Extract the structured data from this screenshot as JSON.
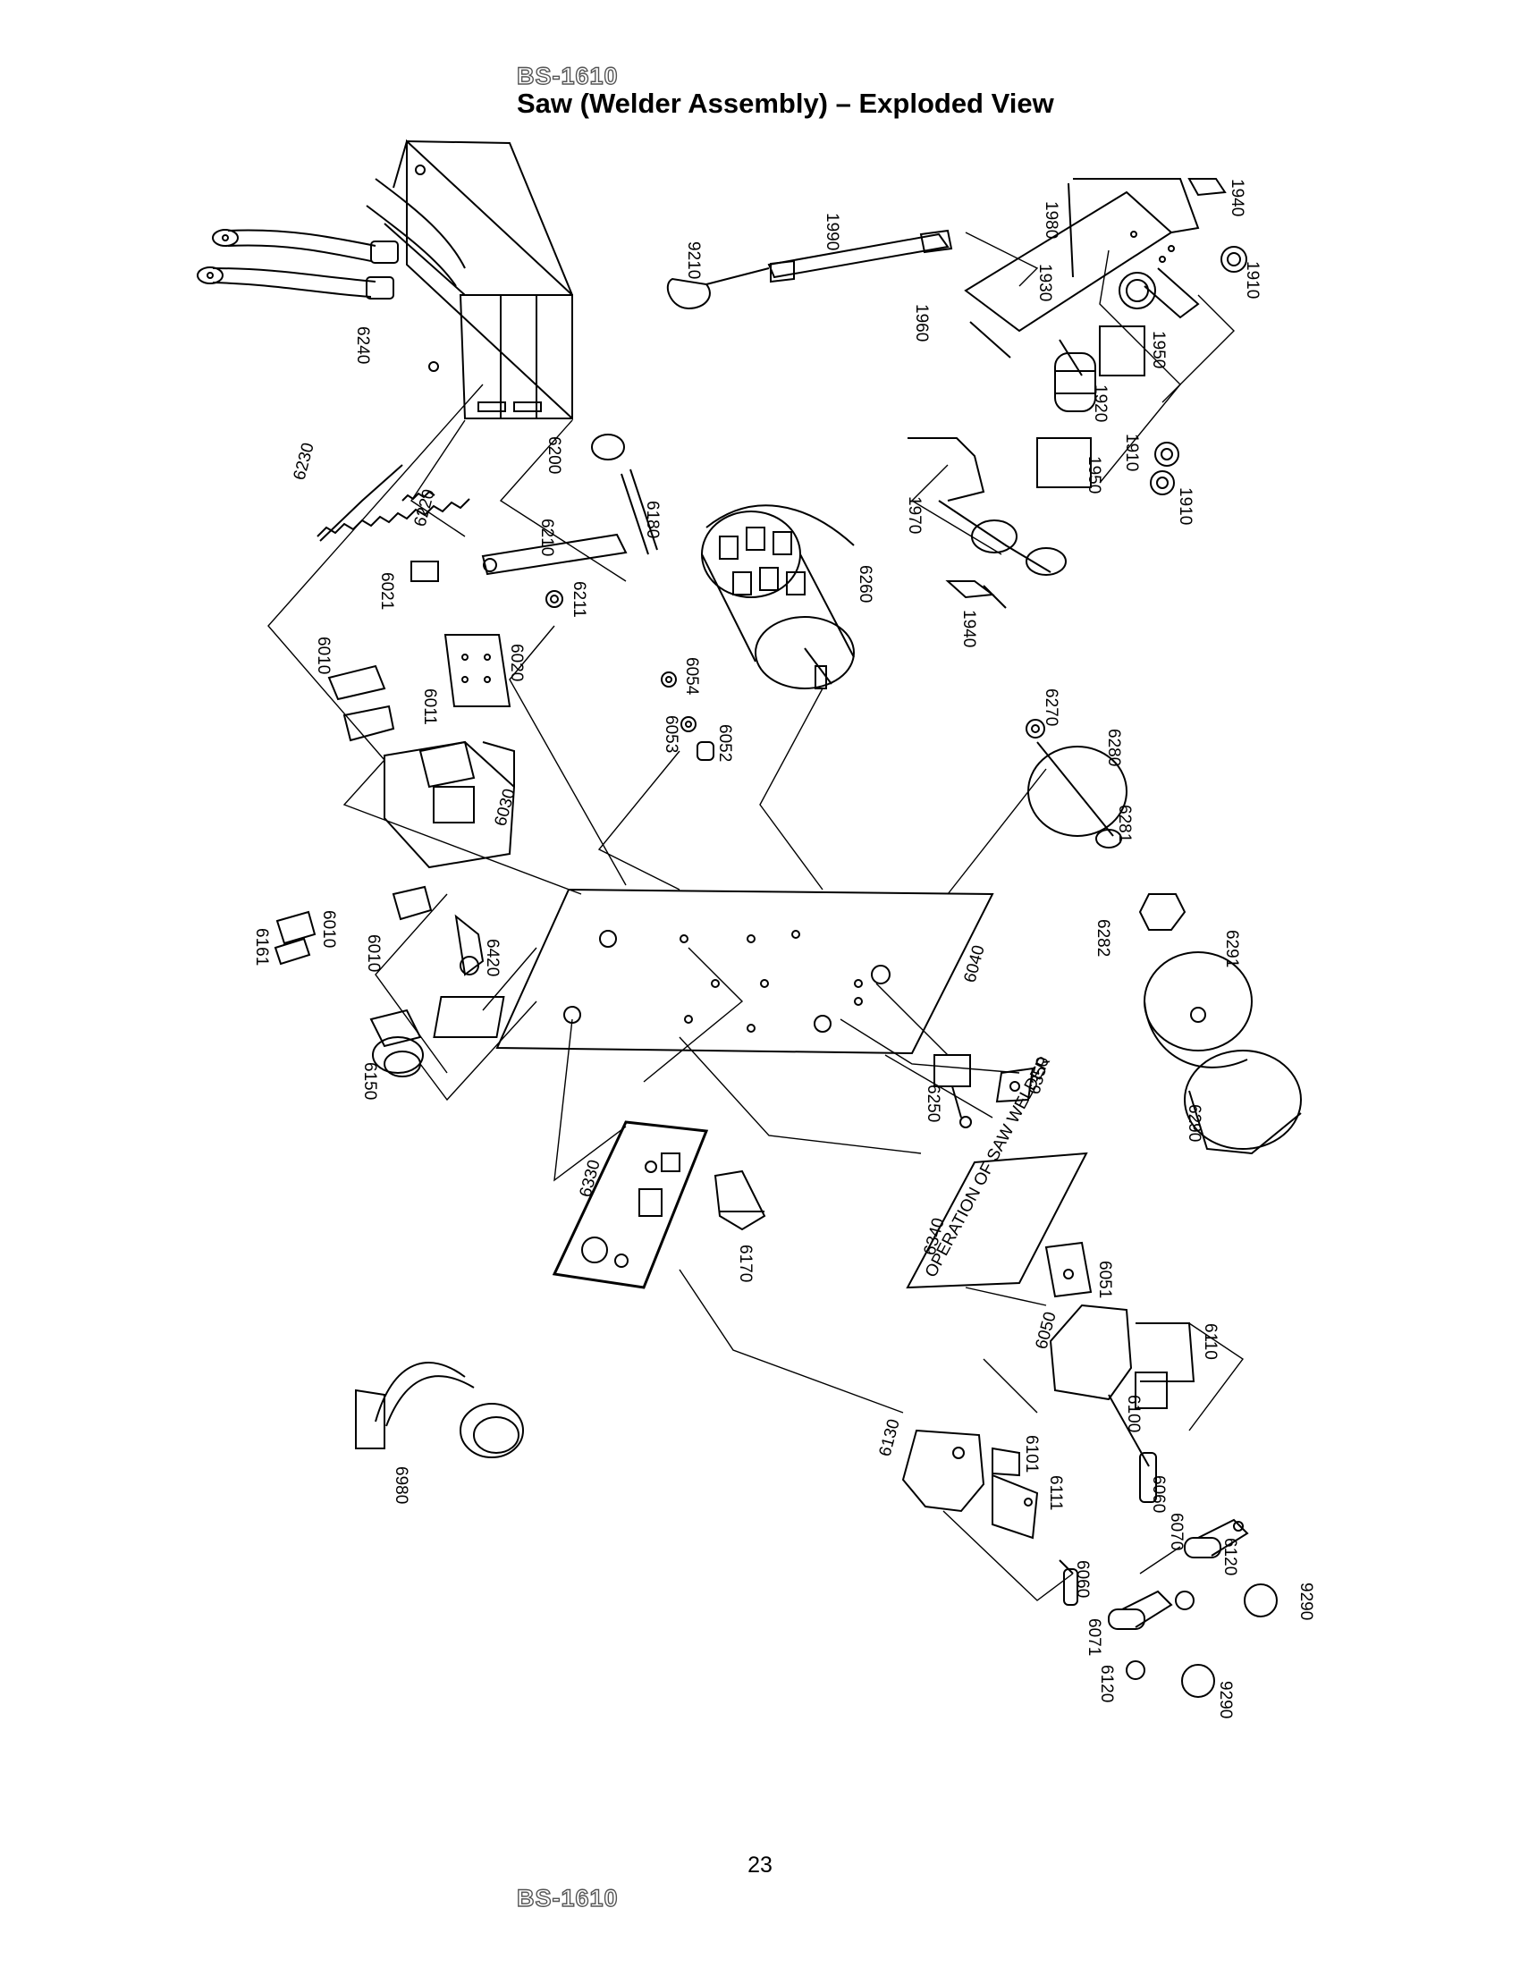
{
  "header": {
    "model": "BS-1610",
    "title": "Saw (Welder Assembly) – Exploded View"
  },
  "footer": {
    "page_number": "23",
    "model": "BS-1610"
  },
  "part_labels": {
    "p1910a": "1910",
    "p1910b": "1910",
    "p1920": "1920",
    "p1930": "1930",
    "p1940a": "1940",
    "p1940b": "1940",
    "p1950a": "1950",
    "p1950b": "1950",
    "p1960": "1960",
    "p1970": "1970",
    "p1980": "1980",
    "p1990": "1990",
    "p9210": "9210",
    "p6240": "6240",
    "p6200": "6200",
    "p6180": "6180",
    "p6230": "6230",
    "p6220": "6220",
    "p6210": "6210",
    "p6211": "6211",
    "p6021": "6021",
    "p6020": "6020",
    "p6010a": "6010",
    "p6011": "6011",
    "p6030": "6030",
    "p6260": "6260",
    "p6054": "6054",
    "p6053": "6053",
    "p6052": "6052",
    "p6270": "6270",
    "p6280": "6280",
    "p6281": "6281",
    "p6282": "6282",
    "p6291": "6291",
    "p6290": "6290",
    "p6040": "6040",
    "p6161": "6161",
    "p6010b": "6010",
    "p6010c": "6010",
    "p6420": "6420",
    "p6150": "6150",
    "p6250": "6250",
    "p6350": "6350",
    "p6330": "6330",
    "p6170": "6170",
    "p6340": "6340",
    "p6051": "6051",
    "p6050": "6050",
    "p6110": "6110",
    "p6100": "6100",
    "p6060a": "6060",
    "p6070": "6070",
    "p6120a": "6120",
    "p9290a": "9290",
    "p6130": "6130",
    "p6101": "6101",
    "p6111": "6111",
    "p6060b": "6060",
    "p6071": "6071",
    "p6120b": "6120",
    "p9290b": "9290",
    "p6980": "6980"
  },
  "plate_text": "OPERATION OF SAW WELDER"
}
